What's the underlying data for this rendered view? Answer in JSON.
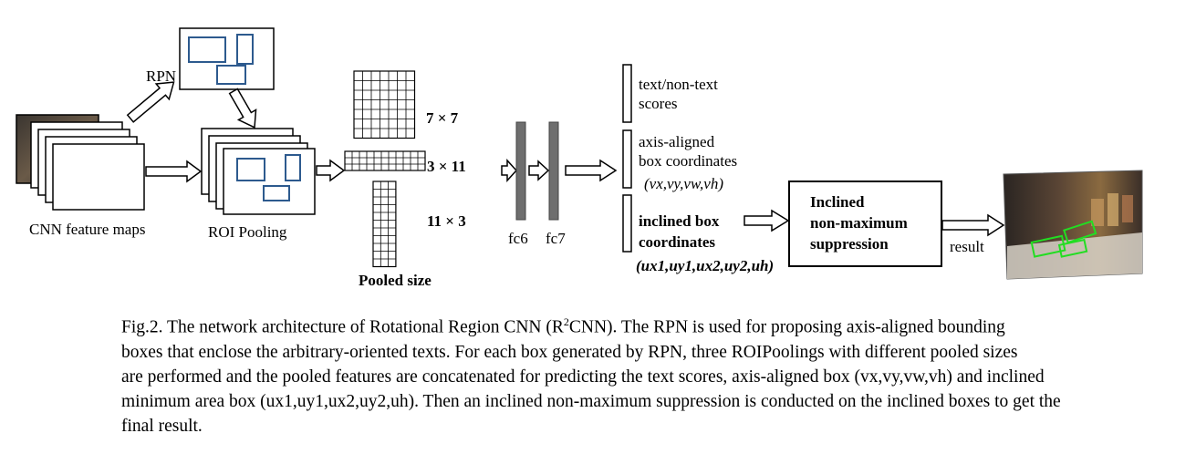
{
  "labels": {
    "rpn": "RPN",
    "cnn_feature_maps": "CNN feature maps",
    "roi_pooling": "ROI Pooling",
    "pool_7x7": "7 × 7",
    "pool_3x11": "3 × 11",
    "pool_11x3": "11 × 3",
    "pooled_size": "Pooled size",
    "fc6": "fc6",
    "fc7": "fc7",
    "text_scores_l1": "text/non-text",
    "text_scores_l2": "scores",
    "axis_aligned_l1": "axis-aligned",
    "axis_aligned_l2": "box coordinates",
    "axis_aligned_l3": "(vx,vy,vw,vh)",
    "inclined_l1": "inclined box",
    "inclined_l2": "coordinates",
    "inclined_l3": "(ux1,uy1,ux2,uy2,uh)",
    "nms_l1": "Inclined",
    "nms_l2": "non-maximum",
    "nms_l3": "suppression",
    "result": "result"
  },
  "caption": {
    "line1_a": "Fig.2. The network architecture of Rotational Region CNN (R",
    "line1_sup": "2",
    "line1_b": "CNN).  The RPN is used for proposing axis-aligned bounding",
    "line2": "boxes that enclose the arbitrary-oriented texts. For each box generated by RPN, three ROIPoolings with different pooled sizes",
    "line3": "are performed and the pooled features are concatenated for predicting the text scores, axis-aligned box (vx,vy,vw,vh) and inclined",
    "line4": "minimum area box (ux1,uy1,ux2,uy2,uh). Then an inclined non-maximum suppression is conducted on the inclined boxes to get the",
    "line5": "final result."
  },
  "colors": {
    "box_blue": "#2d5a8e",
    "detect_green": "#22dd22",
    "fc_gray": "#6e6e6e"
  }
}
